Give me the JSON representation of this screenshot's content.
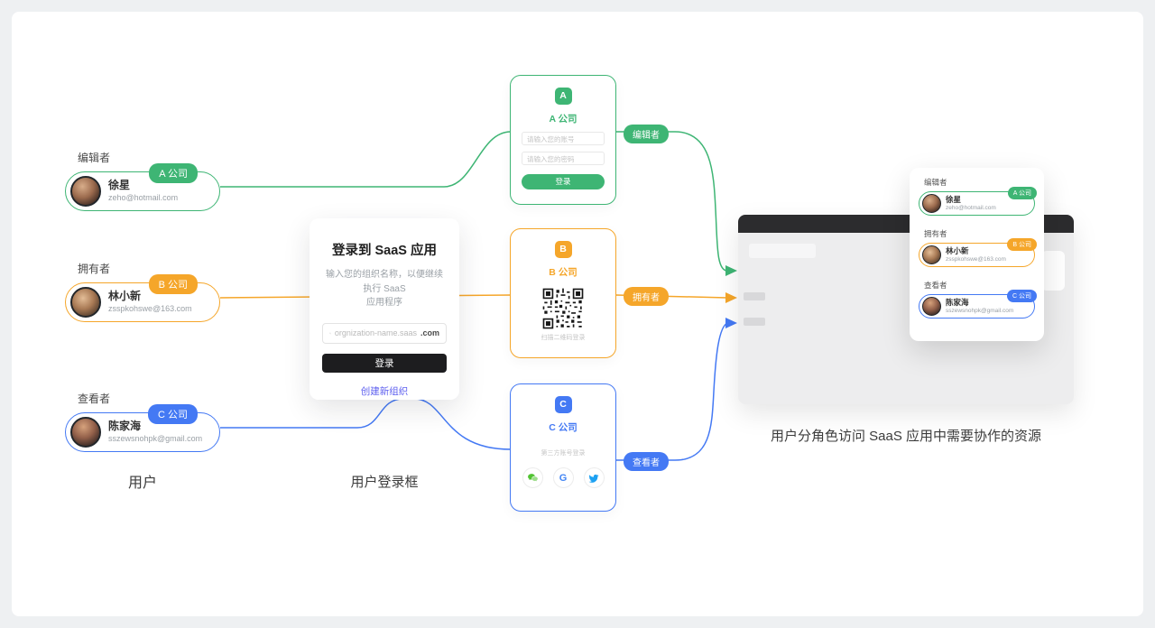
{
  "colors": {
    "green": "#3EB574",
    "orange": "#F5A62A",
    "blue": "#4479F4",
    "purple_link": "#5D5FEF",
    "dark_button": "#1D1D1F",
    "window_header": "#2C2C2E"
  },
  "users": [
    {
      "role": "编辑者",
      "company": "A 公司",
      "name": "徐星",
      "email": "zeho@hotmail.com"
    },
    {
      "role": "拥有者",
      "company": "B 公司",
      "name": "林小新",
      "email": "zsspkohswe@163.com"
    },
    {
      "role": "查看者",
      "company": "C 公司",
      "name": "陈家海",
      "email": "sszewsnohpk@gmail.com"
    }
  ],
  "captions": {
    "users": "用户",
    "login_box": "用户登录框",
    "right_note": "用户分角色访问 SaaS 应用中需要协作的资源"
  },
  "login_card": {
    "title": "登录到 SaaS 应用",
    "subtitle_line1": "输入您的组织名称，以便继续执行 SaaS",
    "subtitle_line2": "应用程序",
    "input_placeholder": "orgnization-name.saas",
    "input_suffix": ".com",
    "button": "登录",
    "link": "创建新组织"
  },
  "company_cards": [
    {
      "letter": "A",
      "name": "A 公司",
      "account_placeholder": "请输入您的账号",
      "password_placeholder": "请输入您的密码",
      "button": "登录"
    },
    {
      "letter": "B",
      "name": "B 公司",
      "hint": "扫描二维码登录"
    },
    {
      "letter": "C",
      "name": "C 公司",
      "hint": "第三方账号登录",
      "google_letter": "G",
      "icons": [
        "wechat-icon",
        "google-icon",
        "twitter-icon"
      ]
    }
  ]
}
